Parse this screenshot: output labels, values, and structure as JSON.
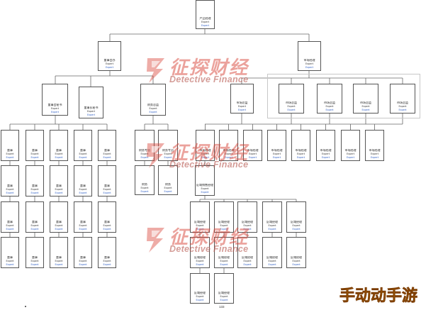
{
  "colors": {
    "box_border": "#555555",
    "link": "#2f5fc4",
    "group_frame": "#c8c8c8",
    "watermark": "#d9483b",
    "corner_logo": "#f39c12"
  },
  "watermark": {
    "name_cn": "征探财经",
    "name_en": "Detective Finance",
    "icon": "logo-icon"
  },
  "corner_logo": {
    "text": "手动动手游"
  },
  "page_number": "133",
  "nodes": [
    {
      "title": "产品经理",
      "role": "Expert",
      "link": "Expert"
    },
    {
      "title": "董事会办",
      "role": "Expert",
      "link": "Expert"
    },
    {
      "title": "市场经理",
      "role": "Expert",
      "link": "Expert"
    },
    {
      "title": "董事会秘书",
      "role": "Expert",
      "link": "Expert"
    },
    {
      "title": "董事长秘书",
      "role": "Expert",
      "link": "Expert"
    },
    {
      "title": "财务总监",
      "role": "Expert",
      "link": "Expert"
    },
    {
      "title": "市场总监",
      "role": "Expert",
      "link": "Expert"
    },
    {
      "title": "市场总监",
      "role": "Expert",
      "link": "Expert"
    },
    {
      "title": "市场总监",
      "role": "Expert",
      "link": "Expert"
    },
    {
      "title": "市场总监",
      "role": "Expert",
      "link": "Expert"
    },
    {
      "title": "市场总监",
      "role": "Expert",
      "link": "Expert"
    },
    {
      "title": "董事",
      "role": "Expert",
      "link": "Expert"
    },
    {
      "title": "董事",
      "role": "Expert",
      "link": "Expert"
    },
    {
      "title": "董事",
      "role": "Expert",
      "link": "Expert"
    },
    {
      "title": "董事",
      "role": "Expert",
      "link": "Expert"
    },
    {
      "title": "董事",
      "role": "Expert",
      "link": "Expert"
    },
    {
      "title": "董事",
      "role": "Expert",
      "link": "Expert"
    },
    {
      "title": "董事",
      "role": "Expert",
      "link": "Expert"
    },
    {
      "title": "董事",
      "role": "Expert",
      "link": "Expert"
    },
    {
      "title": "董事",
      "role": "Expert",
      "link": "Expert"
    },
    {
      "title": "董事",
      "role": "Expert",
      "link": "Expert"
    },
    {
      "title": "董事",
      "role": "Expert",
      "link": "Expert"
    },
    {
      "title": "董事",
      "role": "Expert",
      "link": "Expert"
    },
    {
      "title": "董事",
      "role": "Expert",
      "link": "Expert"
    },
    {
      "title": "董事",
      "role": "Expert",
      "link": "Expert"
    },
    {
      "title": "董事",
      "role": "Expert",
      "link": "Expert"
    },
    {
      "title": "董事",
      "role": "Expert",
      "link": "Expert"
    },
    {
      "title": "董事",
      "role": "Expert",
      "link": "Expert"
    },
    {
      "title": "董事",
      "role": "Expert",
      "link": "Expert"
    },
    {
      "title": "董事",
      "role": "Expert",
      "link": "Expert"
    },
    {
      "title": "董事",
      "role": "Expert",
      "link": "Expert"
    },
    {
      "title": "财务专员",
      "role": "Expert",
      "link": "Expert"
    },
    {
      "title": "财务专员",
      "role": "Expert",
      "link": "Expert"
    },
    {
      "title": "财务",
      "role": "Expert",
      "link": "Expert"
    },
    {
      "title": "财务",
      "role": "Expert",
      "link": "Expert"
    },
    {
      "title": "市场经理",
      "role": "Expert",
      "link": "Expert"
    },
    {
      "title": "市场经理",
      "role": "Expert",
      "link": "Expert"
    },
    {
      "title": "市场经理",
      "role": "Expert",
      "link": "Expert"
    },
    {
      "title": "市场经理",
      "role": "Expert",
      "link": "Expert"
    },
    {
      "title": "市场经理",
      "role": "Expert",
      "link": "Expert"
    },
    {
      "title": "市场经理",
      "role": "Expert",
      "link": "Expert"
    },
    {
      "title": "市场经理",
      "role": "Expert",
      "link": "Expert"
    },
    {
      "title": "市场经理",
      "role": "Expert",
      "link": "Expert"
    },
    {
      "title": "区域销售经理",
      "role": "Expert",
      "link": "Expert"
    },
    {
      "title": "区域经理",
      "role": "Expert",
      "link": "Expert"
    },
    {
      "title": "区域经理",
      "role": "Expert",
      "link": "Expert"
    },
    {
      "title": "区域经理",
      "role": "Expert",
      "link": "Expert"
    },
    {
      "title": "区域经理",
      "role": "Expert",
      "link": "Expert"
    },
    {
      "title": "区域经理",
      "role": "Expert",
      "link": "Expert"
    },
    {
      "title": "区域经理",
      "role": "Expert",
      "link": "Expert"
    },
    {
      "title": "区域经理",
      "role": "Expert",
      "link": "Expert"
    },
    {
      "title": "区域经理",
      "role": "Expert",
      "link": "Expert"
    },
    {
      "title": "区域经理",
      "role": "Expert",
      "link": "Expert"
    },
    {
      "title": "区域经理",
      "role": "Expert",
      "link": "Expert"
    },
    {
      "title": "区域经理",
      "role": "Expert",
      "link": "Expert"
    },
    {
      "title": "区域经理",
      "role": "Expert",
      "link": "Expert"
    }
  ]
}
